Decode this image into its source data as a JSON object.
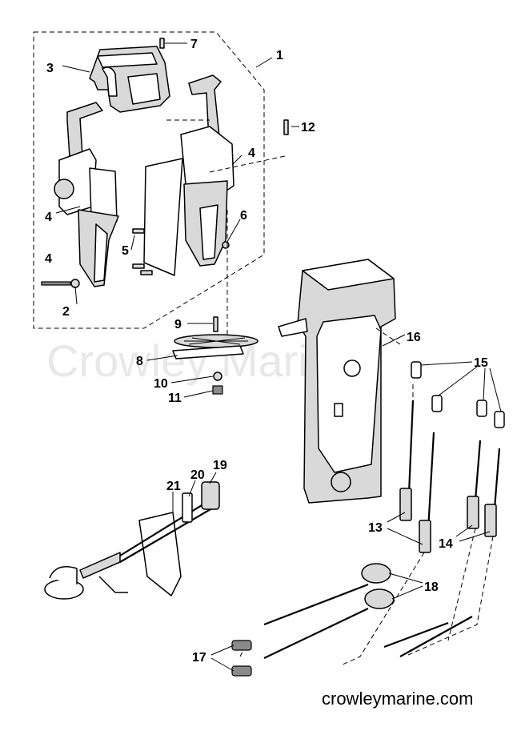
{
  "diagram": {
    "watermark": "Crowley Marine",
    "footer": "crowleymarine.com",
    "callouts": [
      "1",
      "2",
      "3",
      "4",
      "4",
      "4",
      "5",
      "6",
      "7",
      "8",
      "9",
      "10",
      "11",
      "12",
      "13",
      "14",
      "15",
      "16",
      "17",
      "18",
      "19",
      "20",
      "21"
    ],
    "colors": {
      "line": "#000000",
      "part_fill": "#d9d9d9",
      "watermark": "#e8e8e8",
      "background": "#ffffff"
    }
  }
}
